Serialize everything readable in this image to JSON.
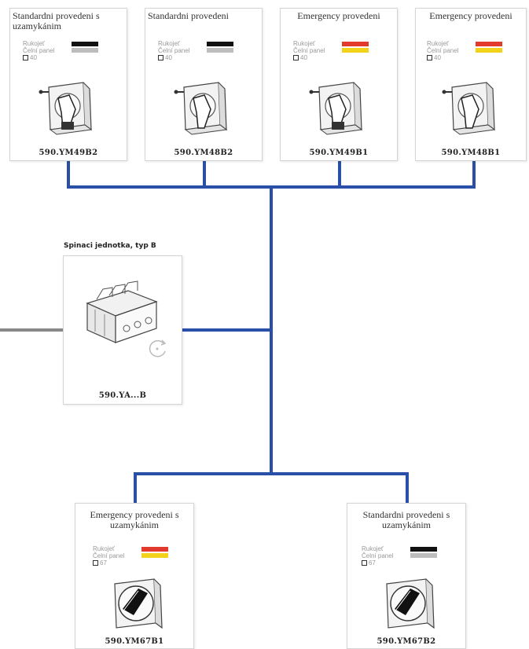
{
  "colors": {
    "connector": "#2a4fa8",
    "input_line": "#888888",
    "black": "#111111",
    "grey": "#bdbdbd",
    "red": "#e23a2c",
    "yellow": "#f3d21b"
  },
  "top_cards": [
    {
      "title": "Standardni provedeni s uzamykánim",
      "legend": [
        "Rukojeť",
        "Čelní panel",
        "40"
      ],
      "swatches": [
        "black",
        "grey"
      ],
      "code": "590.YM49B2"
    },
    {
      "title": "Standardni provedeni",
      "legend": [
        "Rukojeť",
        "Čelní panel",
        "40"
      ],
      "swatches": [
        "black",
        "grey"
      ],
      "code": "590.YM48B2"
    },
    {
      "title": "Emergency provedeni",
      "legend": [
        "Rukojeť",
        "Čelní panel",
        "40"
      ],
      "swatches": [
        "red",
        "yellow"
      ],
      "code": "590.YM49B1"
    },
    {
      "title": "Emergency provedeni",
      "legend": [
        "Rukojeť",
        "Čelní panel",
        "40"
      ],
      "swatches": [
        "red",
        "yellow"
      ],
      "code": "590.YM48B1"
    }
  ],
  "switch_unit": {
    "caption": "Spinaci jednotka, typ B",
    "code": "590.YA...B"
  },
  "bottom_cards": [
    {
      "title": "Emergency provedeni s uzamykánim",
      "legend": [
        "Rukojeť",
        "Čelní panel",
        "67"
      ],
      "swatches": [
        "red",
        "yellow"
      ],
      "code": "590.YM67B1"
    },
    {
      "title": "Standardni provedeni s uzamykánim",
      "legend": [
        "Rukojeť",
        "Čelní panel",
        "67"
      ],
      "swatches": [
        "black",
        "grey"
      ],
      "code": "590.YM67B2"
    }
  ]
}
